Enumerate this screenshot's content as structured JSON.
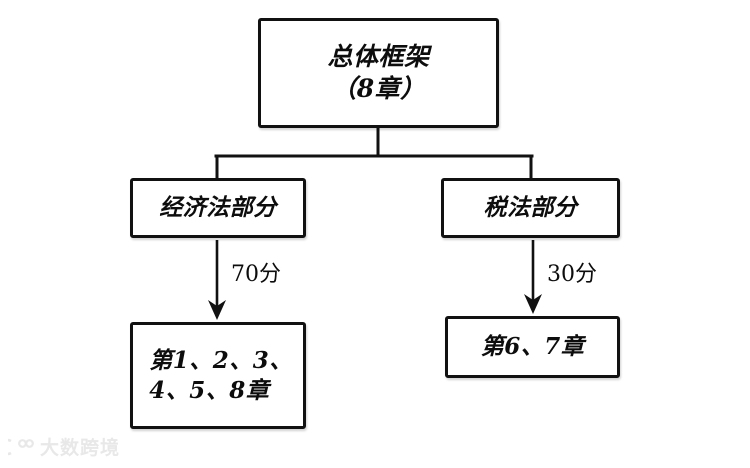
{
  "diagram": {
    "type": "tree",
    "background_color": "#ffffff",
    "stroke_color": "#111111",
    "text_color": "#0d0d0d",
    "nodes": [
      {
        "id": "root",
        "label": "总体框架\n（8章）"
      },
      {
        "id": "economic-law",
        "label": "经济法部分"
      },
      {
        "id": "tax-law",
        "label": "税法部分"
      },
      {
        "id": "economic-chapters",
        "label": "第1、2、3、\n4、5、8章"
      },
      {
        "id": "tax-chapters",
        "label": "第6、7章"
      }
    ],
    "edges": [
      {
        "from": "root",
        "to": "economic-law",
        "label": "",
        "arrow": false
      },
      {
        "from": "root",
        "to": "tax-law",
        "label": "",
        "arrow": false
      },
      {
        "from": "economic-law",
        "to": "economic-chapters",
        "label": "70分",
        "arrow": true
      },
      {
        "from": "tax-law",
        "to": "tax-chapters",
        "label": "30分",
        "arrow": true
      }
    ]
  },
  "watermark": {
    "text": "大数跨境",
    "icon": "camera-logo-icon",
    "color": "#e6e6e6"
  }
}
